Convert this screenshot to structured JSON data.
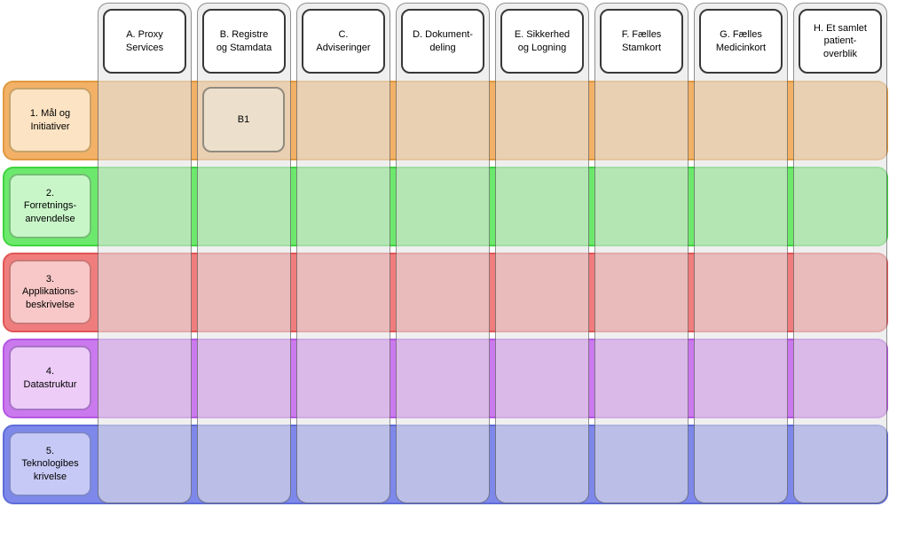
{
  "diagram": {
    "kind": "architecture-matrix",
    "columns": [
      {
        "label": "A. Proxy\nServices"
      },
      {
        "label": "B. Registre\nog Stamdata"
      },
      {
        "label": "C.\nAdviseringer"
      },
      {
        "label": "D. Dokument-\ndeling"
      },
      {
        "label": "E. Sikkerhed\nog Logning"
      },
      {
        "label": "F. Fælles\nStamkort"
      },
      {
        "label": "G. Fælles\nMedicinkort"
      },
      {
        "label": "H. Et samlet\npatient-\noverblik"
      }
    ],
    "rows": [
      {
        "label": "1. Mål og\nInitiativer",
        "band_fill": "#f2b166",
        "band_border": "#e0993f",
        "label_fill": "#fce3c3",
        "label_border": "#c7a36a"
      },
      {
        "label": "2.\nForretnings-\nanvendelse",
        "band_fill": "#6ce96c",
        "band_border": "#3fd43f",
        "label_fill": "#c9f6c9",
        "label_border": "#74bd74"
      },
      {
        "label": "3.\nApplikations-\nbeskrivelse",
        "band_fill": "#f07d7d",
        "band_border": "#e25555",
        "label_fill": "#f8c7c7",
        "label_border": "#cb7878"
      },
      {
        "label": "4.\nDatastruktur",
        "band_fill": "#cb79ee",
        "band_border": "#b557e2",
        "label_fill": "#edccf8",
        "label_border": "#a874c6"
      },
      {
        "label": "5.\nTeknologibes\nkrivelse",
        "band_fill": "#7d88ea",
        "band_border": "#5f6cd8",
        "label_fill": "#c6c9f5",
        "label_border": "#7e87cc"
      }
    ],
    "cells": [
      {
        "label": "B1",
        "row": 0,
        "col": 1,
        "fill": "#ece0cd",
        "border": "#918a7e"
      }
    ]
  }
}
